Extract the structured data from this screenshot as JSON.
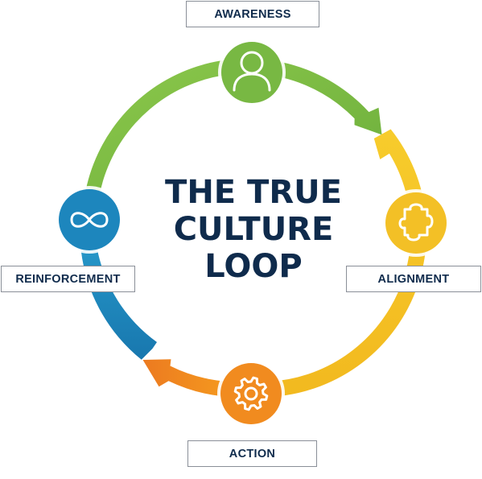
{
  "title_lines": [
    "THE TRUE",
    "CULTURE",
    "LOOP"
  ],
  "stages": [
    {
      "name": "AWARENESS",
      "icon": "person-icon",
      "color": "#78b843"
    },
    {
      "name": "ALIGNMENT",
      "icon": "puzzle-piece-icon",
      "color": "#f3c026"
    },
    {
      "name": "ACTION",
      "icon": "gear-icon",
      "color": "#f18b1f"
    },
    {
      "name": "REINFORCEMENT",
      "icon": "infinity-icon",
      "color": "#1d86bd"
    }
  ],
  "colors": {
    "green": "#78b843",
    "yellow": "#f3c026",
    "orange": "#f18b1f",
    "blue": "#1d86bd",
    "text": "#0f2b4c"
  }
}
